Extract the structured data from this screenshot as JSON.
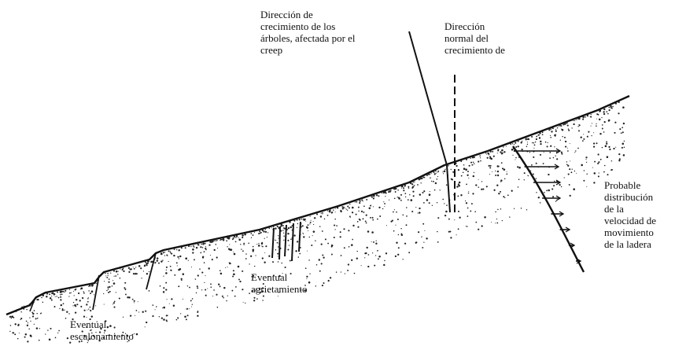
{
  "labels": {
    "trees_direction": [
      "Dirección de",
      "crecimiento de los",
      "árboles, afectada  por el",
      "creep"
    ],
    "normal_direction": [
      "Dirección",
      "normal del",
      "crecimiento de"
    ],
    "velocity_distribution": [
      "Probable",
      "distribución",
      "de la",
      "velocidad de",
      "movimiento",
      "de la ladera"
    ],
    "cracking": [
      "Eventual",
      "agrietamiento"
    ],
    "stepping": [
      "Eventual",
      "escalonamiento"
    ]
  },
  "colors": {
    "ink": "#111111",
    "background": "#ffffff"
  }
}
